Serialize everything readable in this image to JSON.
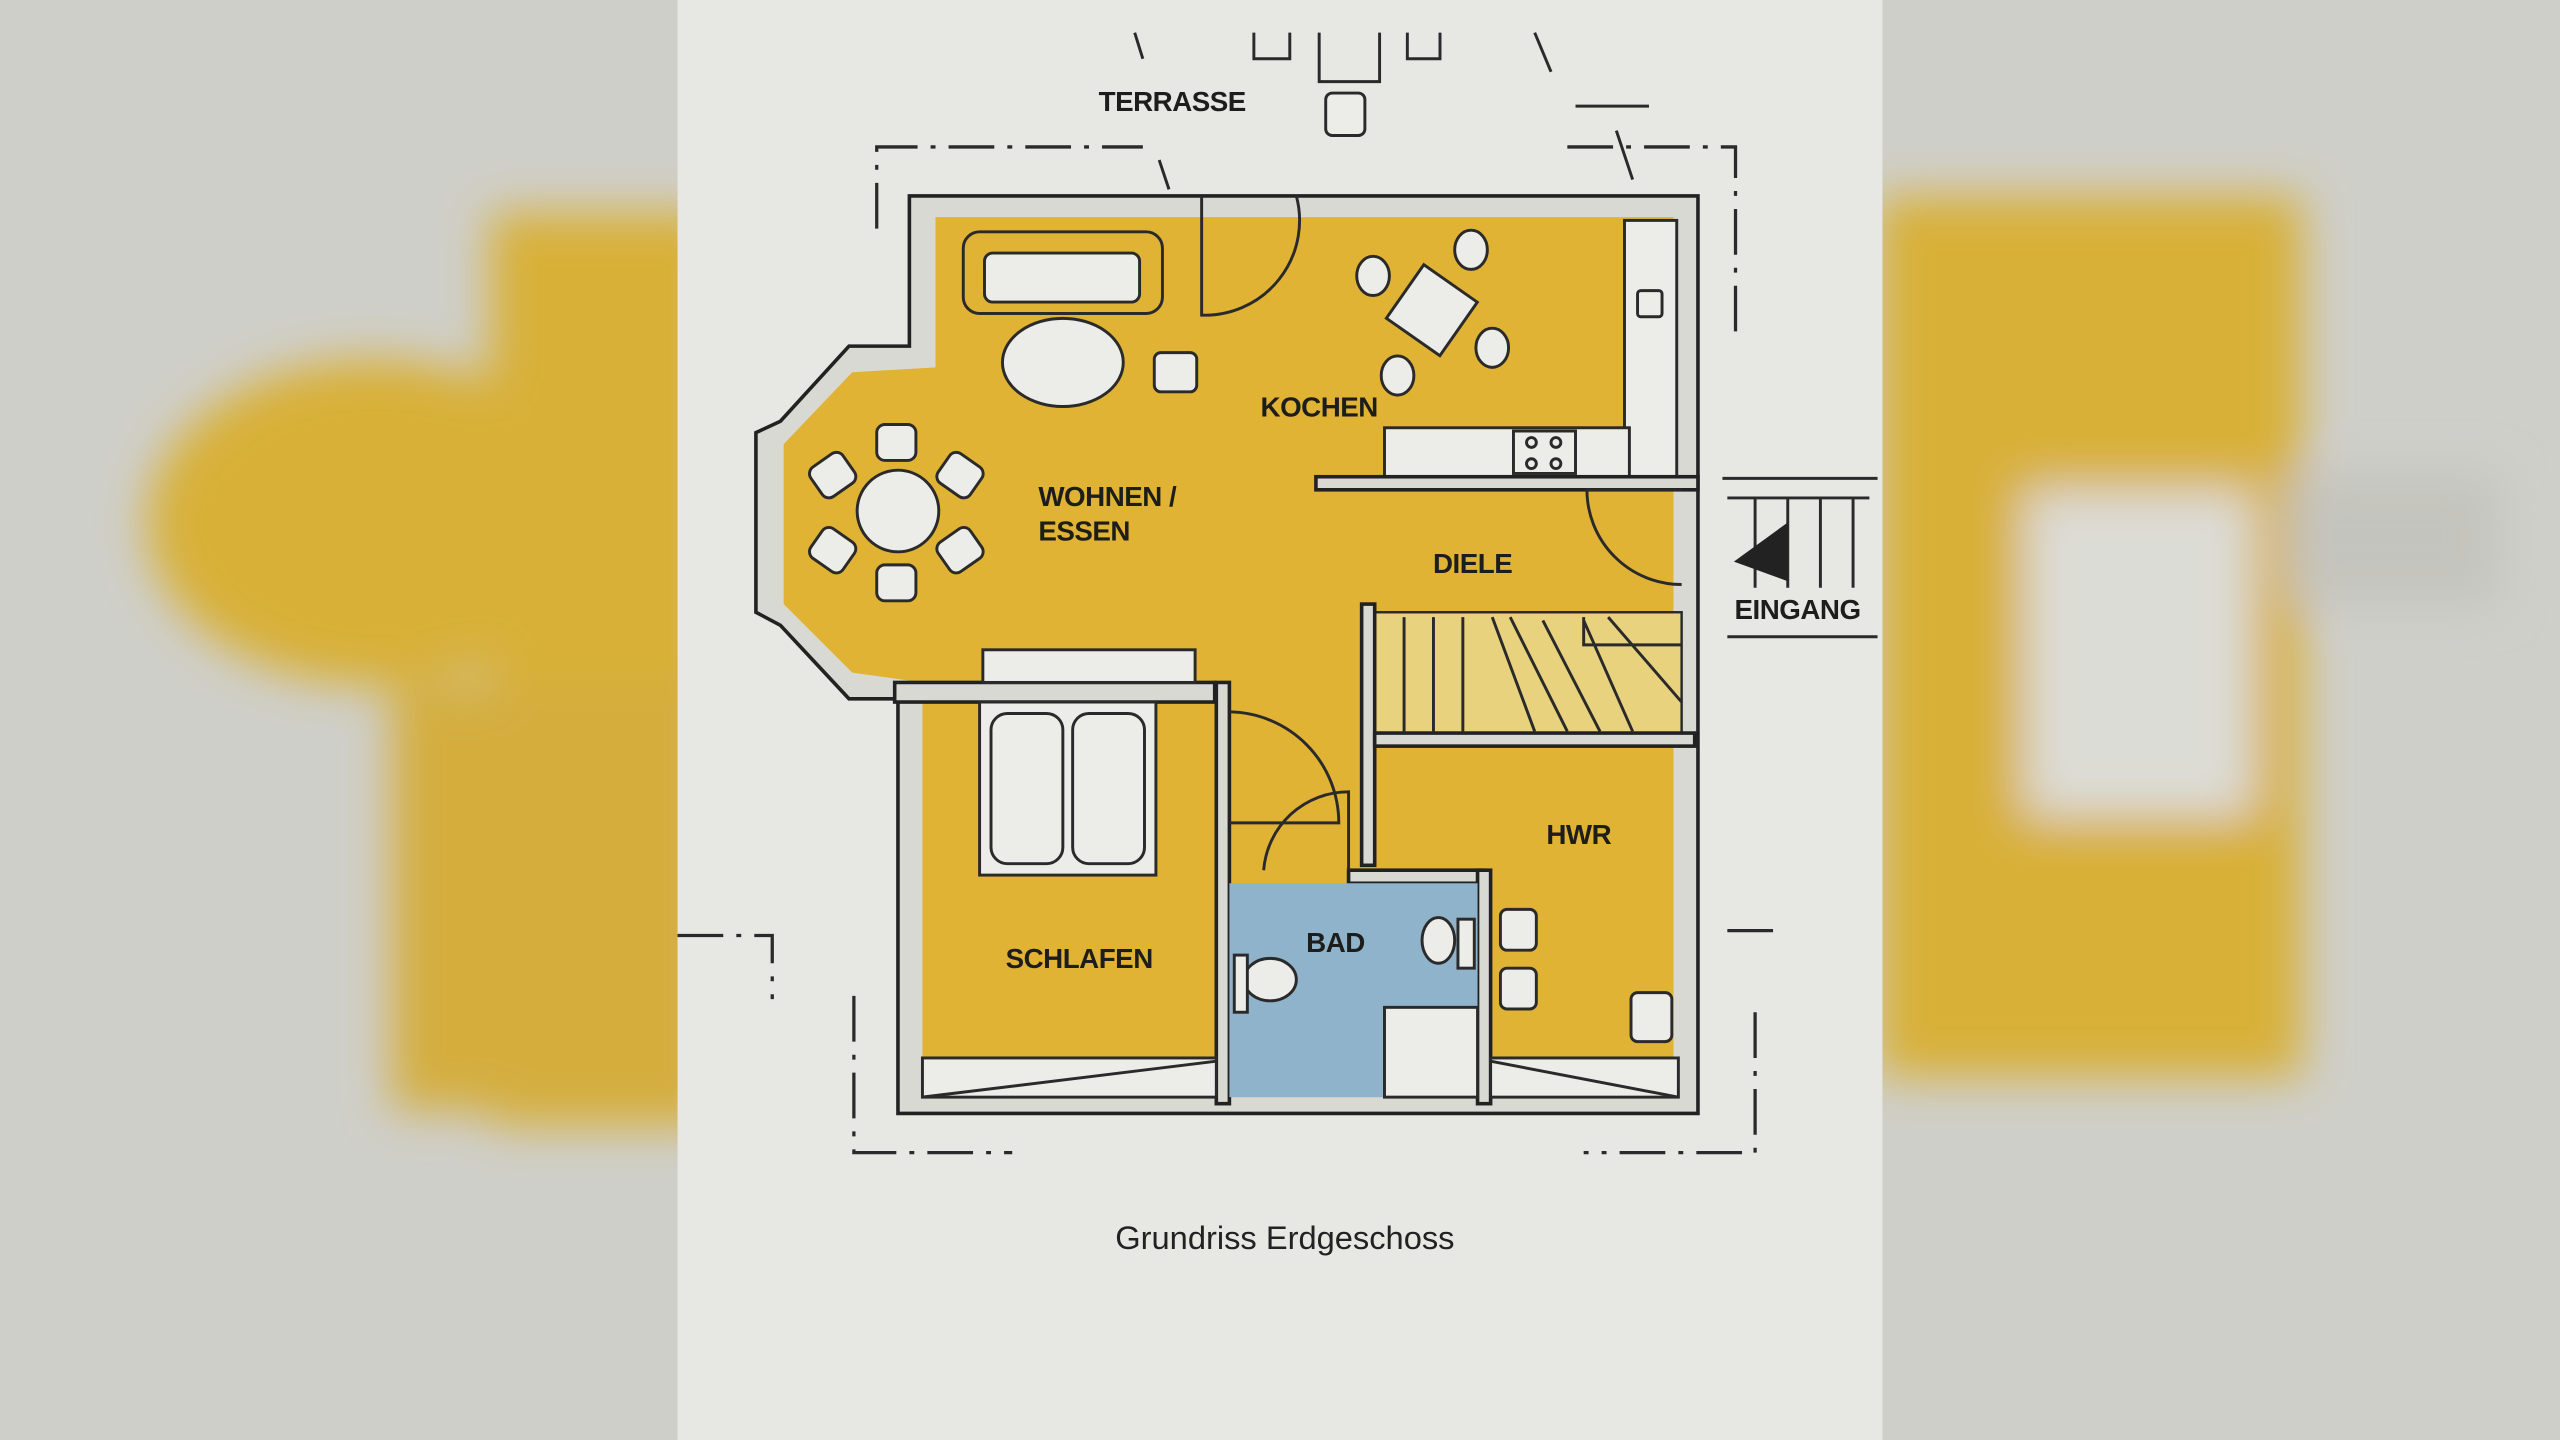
{
  "plan": {
    "caption": "Grundriss Erdgeschoss",
    "rooms": {
      "terrasse": "TERRASSE",
      "kochen": "KOCHEN",
      "wohnen_line1": "WOHNEN /",
      "wohnen_line2": "ESSEN",
      "diele": "DIELE",
      "eingang": "EINGANG",
      "hwr": "HWR",
      "schlafen": "SCHLAFEN",
      "bad": "BAD"
    },
    "colors": {
      "room_yellow": "#e0b334",
      "stairs_yellow": "#e8d27e",
      "bath_blue": "#8fb3cb",
      "paper": "#e7e7e3"
    }
  }
}
